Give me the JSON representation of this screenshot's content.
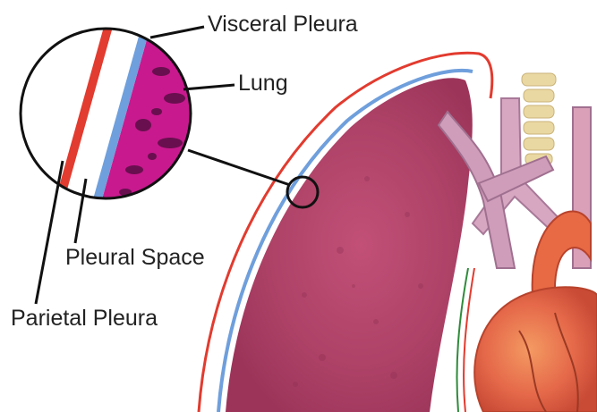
{
  "labels": {
    "visceral_pleura": "Visceral Pleura",
    "lung": "Lung",
    "pleural_space": "Pleural Space",
    "parietal_pleura": "Parietal Pleura"
  },
  "colors": {
    "parietal_pleura": "#e23b2f",
    "visceral_pleura": "#6f9fdc",
    "lung_tissue": "#b2456b",
    "lung_magnified": "#c8198e",
    "heart": "#e0664a",
    "vessels": "#c99ab6",
    "spine": "#e8d6a0"
  }
}
